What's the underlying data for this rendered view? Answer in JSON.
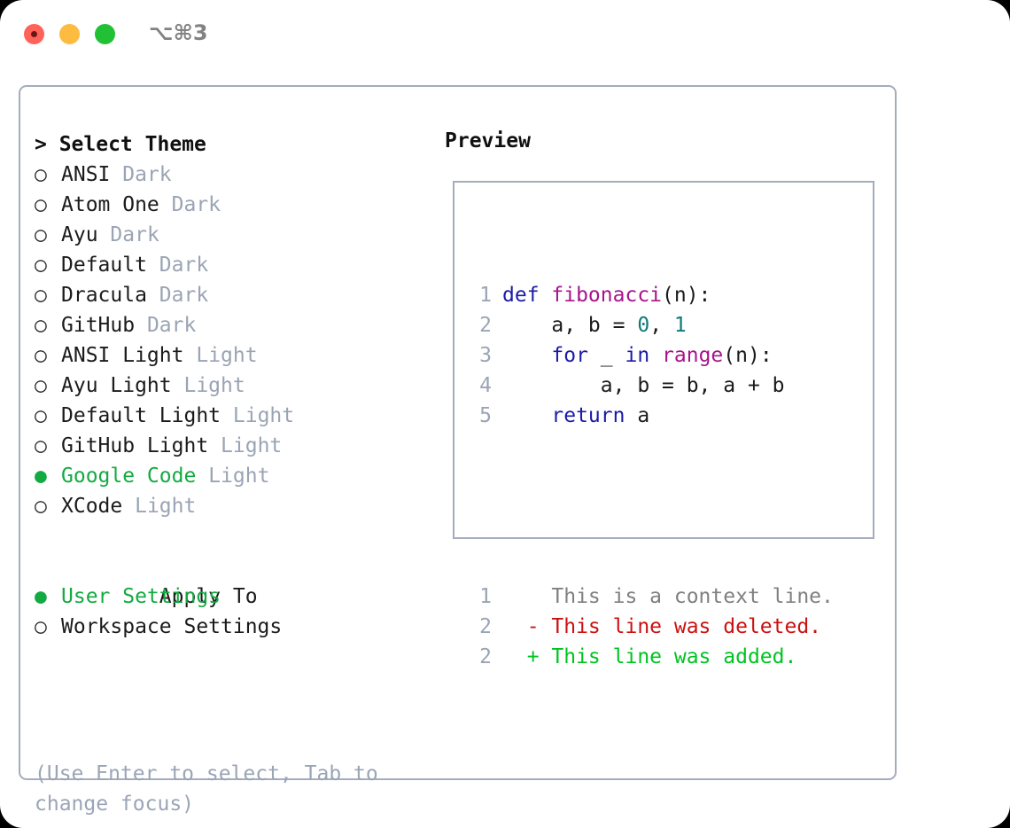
{
  "titlebar": {
    "shortcut": "⌥⌘3",
    "buttons": {
      "close": "close",
      "minimize": "minimize",
      "maximize": "maximize"
    },
    "colors": {
      "close": "#ff6259",
      "minimize": "#fdbc40",
      "maximize": "#21c135"
    }
  },
  "colors": {
    "accent_green": "#14aa42",
    "muted": "#9aa4b4",
    "border": "#a3adbd",
    "keyword": "#1b1ba8",
    "function": "#a7148c",
    "number": "#0f7a7a",
    "diff_deleted": "#cc1111",
    "diff_added": "#00c421",
    "diff_context": "#808080"
  },
  "theme_list": {
    "header": "> Select Theme",
    "items": [
      {
        "bullet": "○",
        "selected": false,
        "name": "ANSI",
        "variant": "Dark"
      },
      {
        "bullet": "○",
        "selected": false,
        "name": "Atom One",
        "variant": "Dark"
      },
      {
        "bullet": "○",
        "selected": false,
        "name": "Ayu",
        "variant": "Dark"
      },
      {
        "bullet": "○",
        "selected": false,
        "name": "Default",
        "variant": "Dark"
      },
      {
        "bullet": "○",
        "selected": false,
        "name": "Dracula",
        "variant": "Dark"
      },
      {
        "bullet": "○",
        "selected": false,
        "name": "GitHub",
        "variant": "Dark"
      },
      {
        "bullet": "○",
        "selected": false,
        "name": "ANSI Light",
        "variant": "Light"
      },
      {
        "bullet": "○",
        "selected": false,
        "name": "Ayu Light",
        "variant": "Light"
      },
      {
        "bullet": "○",
        "selected": false,
        "name": "Default Light",
        "variant": "Light"
      },
      {
        "bullet": "○",
        "selected": false,
        "name": "GitHub Light",
        "variant": "Light"
      },
      {
        "bullet": "●",
        "selected": true,
        "name": "Google Code",
        "variant": "Light"
      },
      {
        "bullet": "○",
        "selected": false,
        "name": "XCode",
        "variant": "Light"
      }
    ]
  },
  "apply_to": {
    "header": "Apply To",
    "items": [
      {
        "bullet": "●",
        "selected": true,
        "name": "User Settings"
      },
      {
        "bullet": "○",
        "selected": false,
        "name": "Workspace Settings"
      }
    ]
  },
  "hint": "(Use Enter to select, Tab to change focus)",
  "preview": {
    "title": "Preview",
    "code_lines": [
      {
        "lno": "1",
        "tokens": [
          {
            "t": "def ",
            "c": "kw"
          },
          {
            "t": "fibonacci",
            "c": "fn"
          },
          {
            "t": "(n):",
            "c": "id"
          }
        ]
      },
      {
        "lno": "2",
        "tokens": [
          {
            "t": "    a, b = ",
            "c": "id"
          },
          {
            "t": "0",
            "c": "num"
          },
          {
            "t": ", ",
            "c": "id"
          },
          {
            "t": "1",
            "c": "num"
          }
        ]
      },
      {
        "lno": "3",
        "tokens": [
          {
            "t": "    ",
            "c": "id"
          },
          {
            "t": "for",
            "c": "kw"
          },
          {
            "t": " _ ",
            "c": "id"
          },
          {
            "t": "in",
            "c": "kw"
          },
          {
            "t": " ",
            "c": "id"
          },
          {
            "t": "range",
            "c": "fn"
          },
          {
            "t": "(n):",
            "c": "id"
          }
        ]
      },
      {
        "lno": "4",
        "tokens": [
          {
            "t": "        a, b = b, a + b",
            "c": "id"
          }
        ]
      },
      {
        "lno": "5",
        "tokens": [
          {
            "t": "    ",
            "c": "id"
          },
          {
            "t": "return",
            "c": "kw"
          },
          {
            "t": " a",
            "c": "id"
          }
        ]
      }
    ],
    "diff_lines": [
      {
        "lno": "1",
        "marker": " ",
        "text": " This is a context line.",
        "kind": "ctx"
      },
      {
        "lno": "2",
        "marker": "-",
        "text": " This line was deleted.",
        "kind": "del"
      },
      {
        "lno": "2",
        "marker": "+",
        "text": " This line was added.",
        "kind": "add"
      }
    ]
  }
}
